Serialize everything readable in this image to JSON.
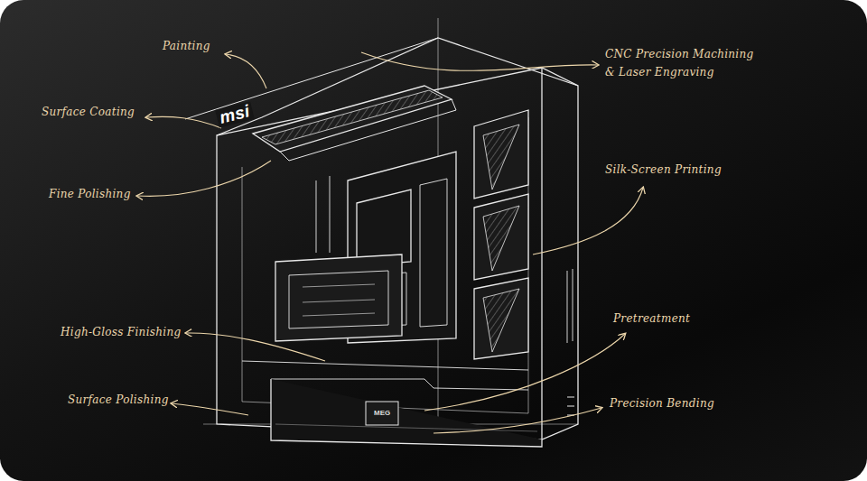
{
  "diagram": {
    "labels": [
      "Painting",
      "CNC Precision Machining & Laser Engraving",
      "Surface Coating",
      "msi",
      "Silk-Screen Printing",
      "Fine Polishing",
      "High-Gloss Finishing",
      "Pretreatment",
      "MEG",
      "Surface Polishing",
      "Precision Bending"
    ]
  }
}
